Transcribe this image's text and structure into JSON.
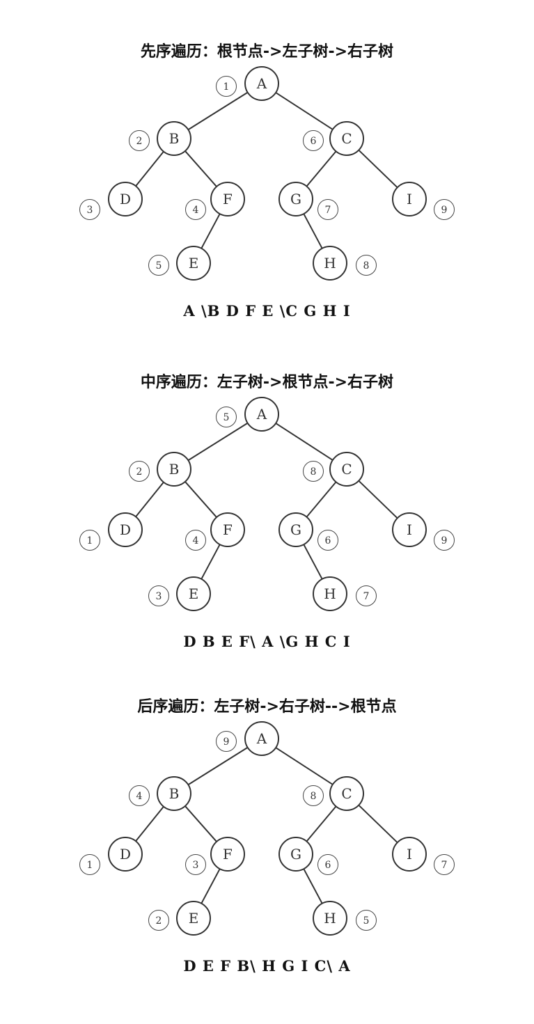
{
  "panels": [
    {
      "title": "先序遍历：根节点->左子树->右子树",
      "result": "A \\B D F E \\C G H I",
      "order": {
        "A": "1",
        "B": "2",
        "C": "6",
        "D": "3",
        "E": "5",
        "F": "4",
        "G": "7",
        "H": "8",
        "I": "9"
      }
    },
    {
      "title": "中序遍历：左子树->根节点->右子树",
      "result": "D B E F\\ A \\G H C I",
      "order": {
        "A": "5",
        "B": "2",
        "C": "8",
        "D": "1",
        "E": "3",
        "F": "4",
        "G": "6",
        "H": "7",
        "I": "9"
      }
    },
    {
      "title": "后序遍历：左子树->右子树-->根节点",
      "result": "D E F B\\ H G I C\\ A",
      "order": {
        "A": "9",
        "B": "4",
        "C": "8",
        "D": "1",
        "E": "2",
        "F": "3",
        "G": "6",
        "H": "5",
        "I": "7"
      }
    }
  ],
  "tree": {
    "nodes": [
      "A",
      "B",
      "C",
      "D",
      "E",
      "F",
      "G",
      "H",
      "I"
    ],
    "edges": [
      [
        "A",
        "B"
      ],
      [
        "A",
        "C"
      ],
      [
        "B",
        "D"
      ],
      [
        "B",
        "F"
      ],
      [
        "F",
        "E"
      ],
      [
        "C",
        "G"
      ],
      [
        "C",
        "I"
      ],
      [
        "G",
        "H"
      ]
    ]
  }
}
